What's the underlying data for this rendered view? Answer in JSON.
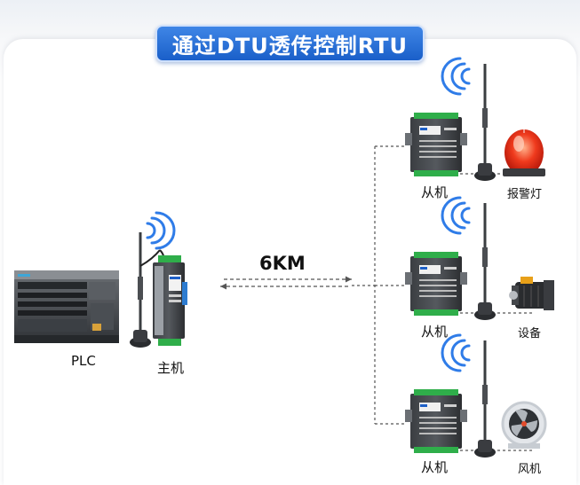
{
  "title": "通过DTU透传控制RTU",
  "distance": "6KM",
  "plc_label": "PLC",
  "master_label": "主机",
  "slaves": [
    {
      "label": "从机",
      "device_label": "报警灯",
      "device_icon": "alarm-light-icon"
    },
    {
      "label": "从机",
      "device_label": "设备",
      "device_icon": "motor-icon"
    },
    {
      "label": "从机",
      "device_label": "风机",
      "device_icon": "fan-icon"
    }
  ],
  "colors": {
    "title_bg": "#2a6fd6",
    "signal": "#2f7ce8",
    "terminal_green": "#2fae4a",
    "alarm_red": "#e8321e"
  }
}
